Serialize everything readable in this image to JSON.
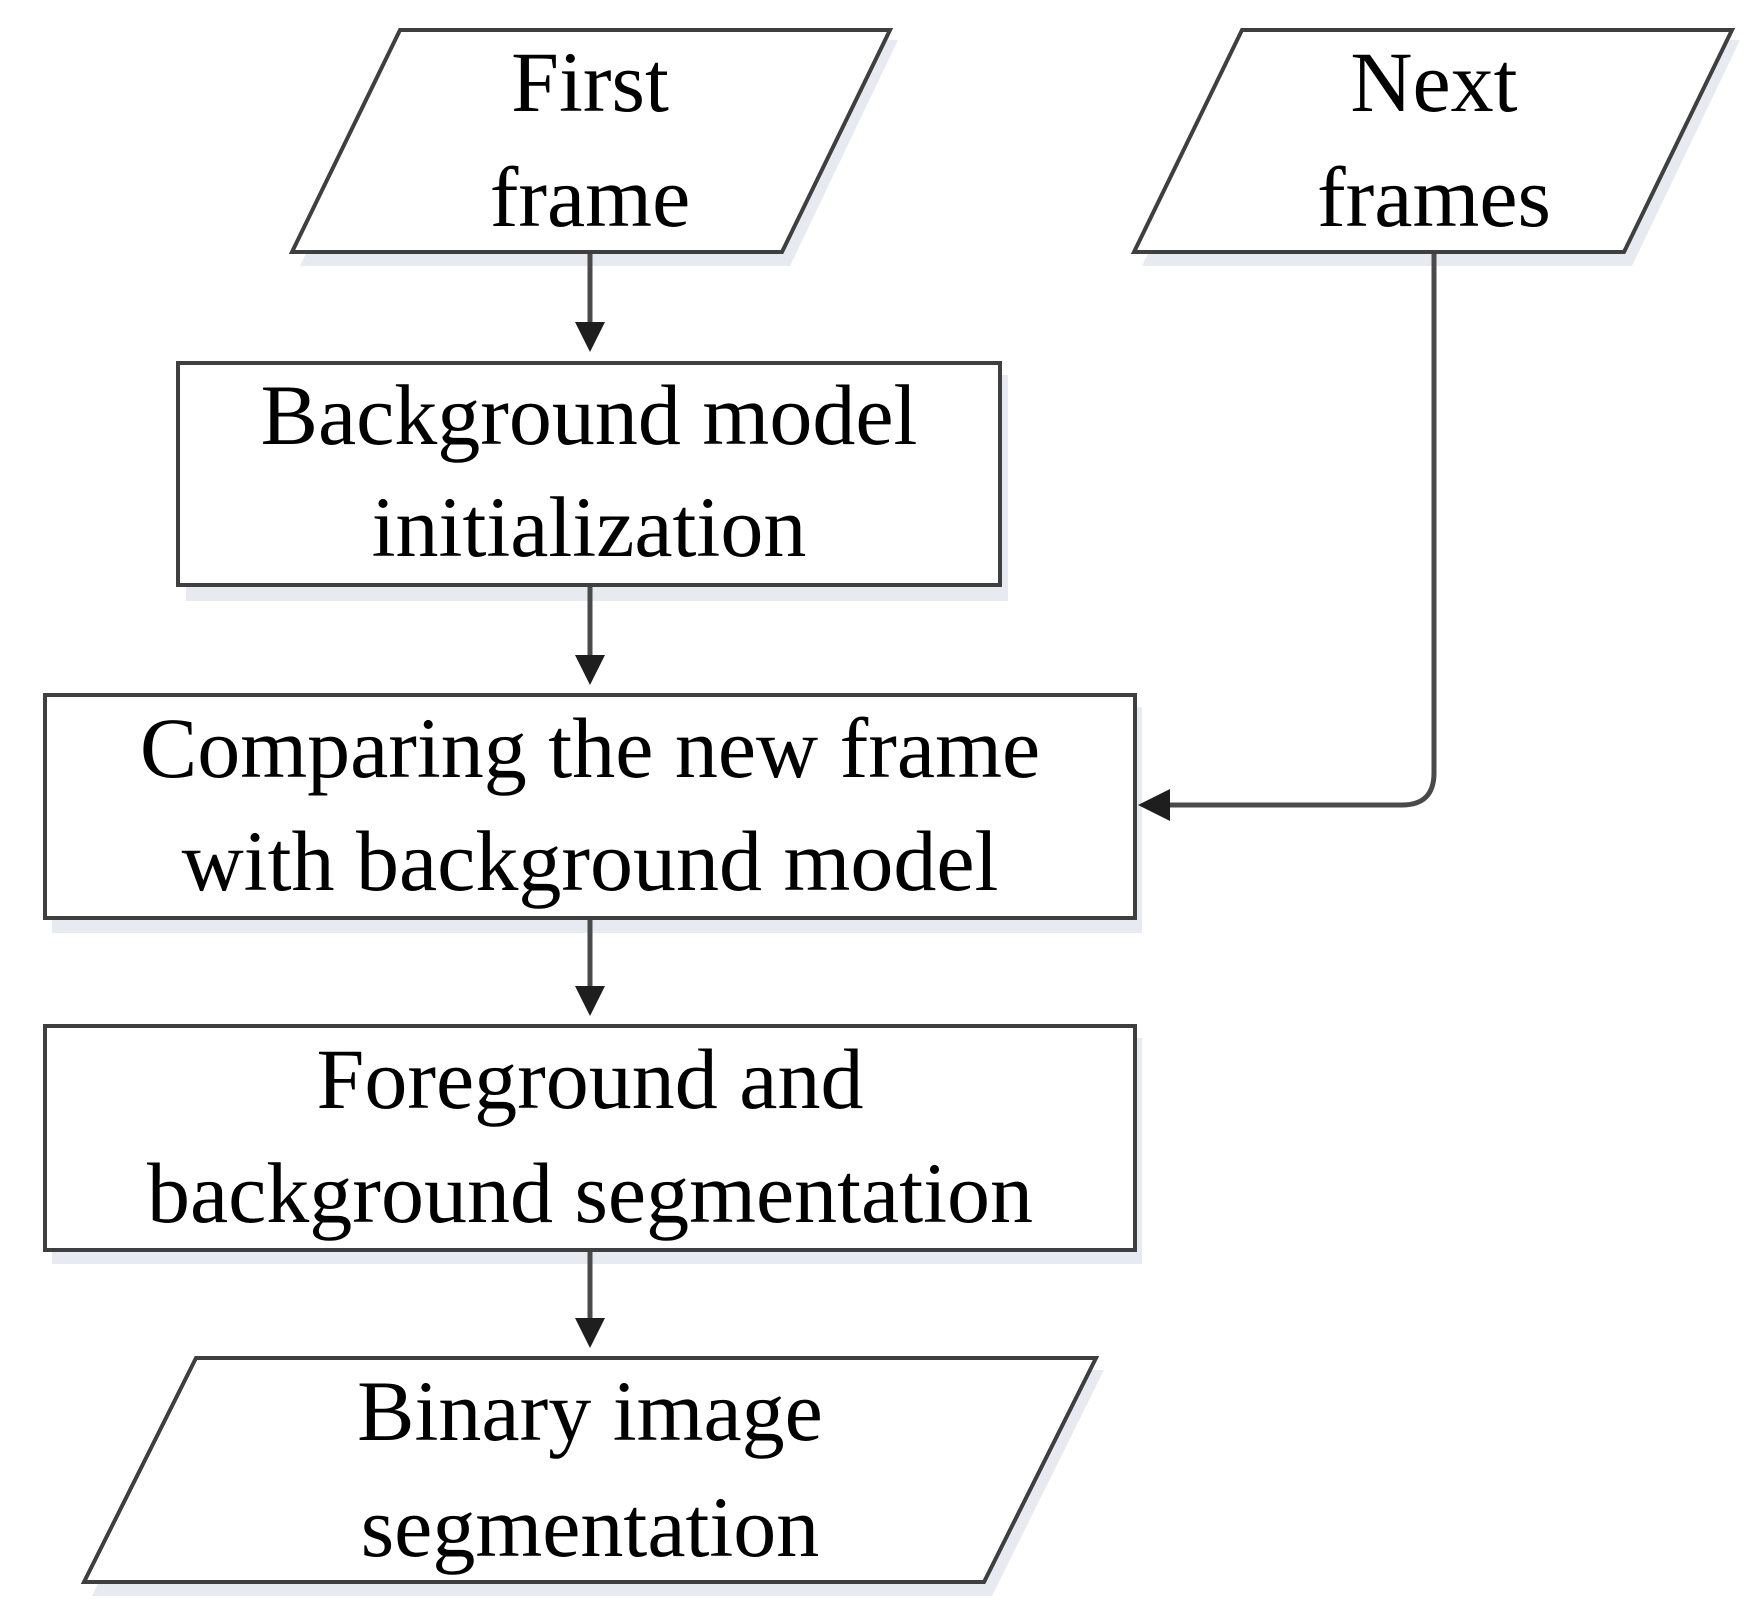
{
  "diagram": {
    "nodes": {
      "first_frame": {
        "lines": [
          "First",
          "frame"
        ],
        "shape": "parallelogram"
      },
      "next_frames": {
        "lines": [
          "Next",
          "frames"
        ],
        "shape": "parallelogram"
      },
      "bg_init": {
        "lines": [
          "Background model",
          "initialization"
        ],
        "shape": "rectangle"
      },
      "compare": {
        "lines": [
          "Comparing the new frame",
          "with background model"
        ],
        "shape": "rectangle"
      },
      "segmentation": {
        "lines": [
          "Foreground and",
          "background segmentation"
        ],
        "shape": "rectangle"
      },
      "binary": {
        "lines": [
          "Binary image",
          "segmentation"
        ],
        "shape": "parallelogram"
      }
    },
    "edges": [
      {
        "from": "first_frame",
        "to": "bg_init"
      },
      {
        "from": "bg_init",
        "to": "compare"
      },
      {
        "from": "next_frames",
        "to": "compare"
      },
      {
        "from": "compare",
        "to": "segmentation"
      },
      {
        "from": "segmentation",
        "to": "binary"
      }
    ],
    "colors": {
      "stroke": "#3f3f3f",
      "fill": "#ffffff",
      "connector": "#4a4a4a",
      "arrowhead": "#1e1e1e",
      "text": "#000000"
    }
  }
}
